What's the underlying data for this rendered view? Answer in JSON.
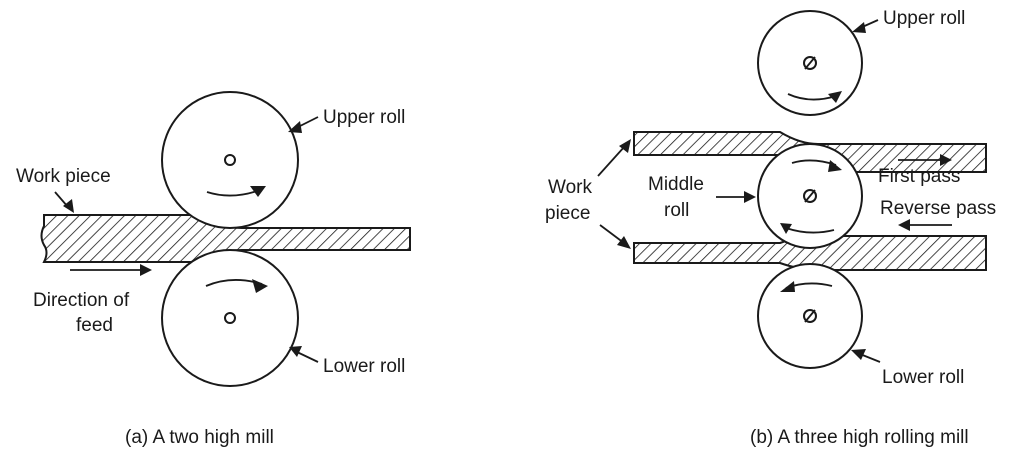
{
  "diagram_a": {
    "upper_roll": "Upper roll",
    "lower_roll": "Lower roll",
    "work_piece": "Work piece",
    "direction_line1": "Direction of",
    "direction_line2": "feed",
    "caption": "(a) A two high mill"
  },
  "diagram_b": {
    "upper_roll": "Upper roll",
    "middle_line1": "Middle",
    "middle_line2": "roll",
    "lower_roll": "Lower roll",
    "work_line1": "Work",
    "work_line2": "piece",
    "first_pass": "First pass",
    "reverse_pass": "Reverse pass",
    "caption": "(b) A three high rolling mill"
  }
}
